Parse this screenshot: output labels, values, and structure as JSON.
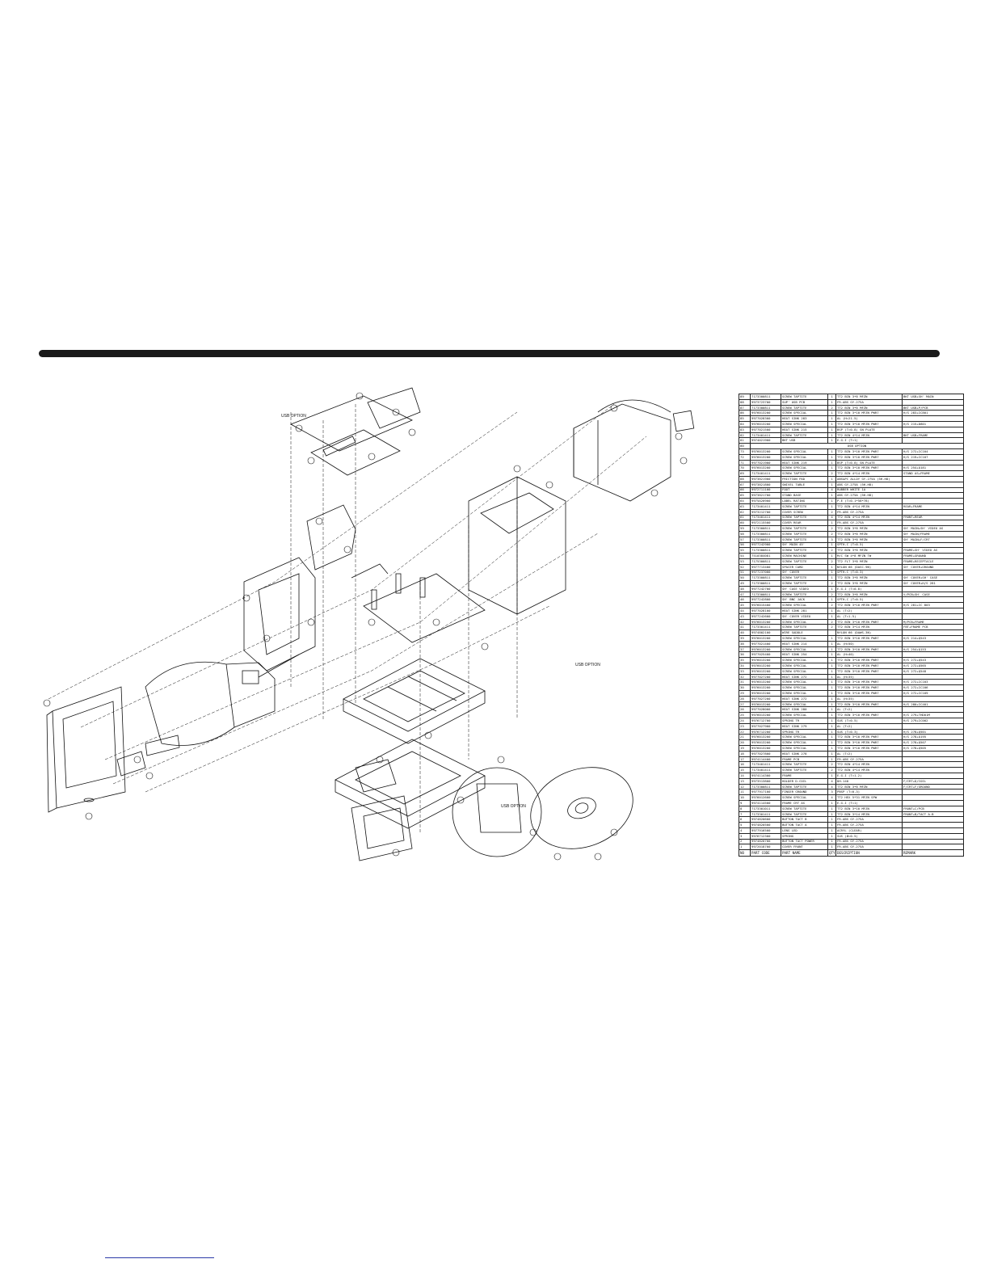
{
  "parts_table": {
    "headers": [
      "NO",
      "PART CODE",
      "PART NAME",
      "QTY",
      "DESCRIPTION",
      "REMARK"
    ],
    "rows": [
      {
        "no": "89",
        "code": "7173300811",
        "name": "SCREW TAPTITE",
        "qty": "1",
        "desc": "TT2 BIN 3*8 MFZN",
        "remark": "BKT USB+SH' MAIN"
      },
      {
        "no": "88",
        "code": "9973723700",
        "name": "SUP' USB PCB",
        "qty": "1",
        "desc": "FR-ABS GY-275A",
        "remark": ""
      },
      {
        "no": "87",
        "code": "7173300811",
        "name": "SCREW TAPTITE",
        "qty": "2",
        "desc": "TT2 BIN 3*8 MFZN",
        "remark": "BKT USB+P/PCB"
      },
      {
        "no": "86",
        "code": "9976013200",
        "name": "SCREW SPECIAL",
        "qty": "1",
        "desc": "TT2 BIN 3*10 MFZN PWR7",
        "remark": "H/S 283+IC801"
      },
      {
        "no": "85",
        "code": "9977028300",
        "name": "HEAT SINK 283",
        "qty": "1",
        "desc": "AL (H=21.5)",
        "remark": ""
      },
      {
        "no": "84",
        "code": "9976013200",
        "name": "SCREW SPECIAL",
        "qty": "1",
        "desc": "TT2 BIN 3*10 MFZN PWR7",
        "remark": "H/S 215+D801"
      },
      {
        "no": "83",
        "code": "9977021500",
        "name": "HEAT SINK 215",
        "qty": "1",
        "desc": "BSP (T=0.8) SN PLATE",
        "remark": ""
      },
      {
        "no": "82",
        "code": "7173401411",
        "name": "SCREW TAPTITE",
        "qty": "1",
        "desc": "TT2 BIN 4*14 MFZN",
        "remark": "BKT USB+FRAME"
      },
      {
        "no": "81",
        "code": "9974021900",
        "name": "BKT USB",
        "qty": "1",
        "desc": "E.G.I (T=1)",
        "remark": ""
      },
      {
        "no": "80",
        "code": "",
        "name": "",
        "qty": "",
        "desc": "USB OPTION",
        "remark": "",
        "span": true
      },
      {
        "no": "73",
        "code": "9976013200",
        "name": "SCREW SPECIAL",
        "qty": "1",
        "desc": "TT2 BIN 3*10 MFZN PWR7",
        "remark": "H/S 272+IC104"
      },
      {
        "no": "72",
        "code": "9976013200",
        "name": "SCREW SPECIAL",
        "qty": "1",
        "desc": "TT2 BIN 3*10 MFZN PWR7",
        "remark": "H/S 219+IC107"
      },
      {
        "no": "71",
        "code": "9977021900",
        "name": "HEAT SINK 219",
        "qty": "1",
        "desc": "BSP (T=0.8) SN PLATE",
        "remark": ""
      },
      {
        "no": "70",
        "code": "9976013200",
        "name": "SCREW SPECIAL",
        "qty": "1",
        "desc": "TT2 BIN 3*10 MFZN PWR7",
        "remark": "H/S 254+Q181"
      },
      {
        "no": "69",
        "code": "7173401411",
        "name": "SCREW TAPTITE",
        "qty": "2",
        "desc": "TT2 BIN 4*14 MFZN",
        "remark": "STAND AS+FRAME"
      },
      {
        "no": "68",
        "code": "9973821900",
        "name": "FRICTION PAD",
        "qty": "1",
        "desc": "ABS&PC ALLOY GY-275A (5H-H8)",
        "remark": ""
      },
      {
        "no": "67",
        "code": "9973821800",
        "name": "SWIVEL TABLE",
        "qty": "1",
        "desc": "ABS GY-275A (5H-H8)",
        "remark": ""
      },
      {
        "no": "66",
        "code": "9972711100",
        "name": "FOOT",
        "qty": "4",
        "desc": "RUBBER WHITE 1A",
        "remark": ""
      },
      {
        "no": "65",
        "code": "9973821700",
        "name": "STAND BASE",
        "qty": "1",
        "desc": "ABS GY-275A (5H-H8)",
        "remark": ""
      },
      {
        "no": "64",
        "code": "9975A20900",
        "name": "LABEL RATING",
        "qty": "1",
        "desc": "P.E (T=0.1*58*78)",
        "remark": ""
      },
      {
        "no": "63",
        "code": "7173401411",
        "name": "SCREW TAPTITE",
        "qty": "1",
        "desc": "TT2 BIN 4*14 MFZN",
        "remark": "REAR+FRAME"
      },
      {
        "no": "62",
        "code": "9973212700",
        "name": "COVER SCREW",
        "qty": "2",
        "desc": "FR-ABS GY-275A",
        "remark": ""
      },
      {
        "no": "61",
        "code": "7173401411",
        "name": "SCREW TAPTITE",
        "qty": "4",
        "desc": "TT2 BIN 4*14 MFZN",
        "remark": "FRONT+REAR"
      },
      {
        "no": "60",
        "code": "9972115500",
        "name": "COVER REAR",
        "qty": "1",
        "desc": "FR-ABS GY-275A",
        "remark": ""
      },
      {
        "no": "59",
        "code": "7173300811",
        "name": "SCREW TAPTITE",
        "qty": "2",
        "desc": "TT2 BIN 3*8 MFZN",
        "remark": "SH' MAIN+SH' VIDEO AS"
      },
      {
        "no": "58",
        "code": "7173300811",
        "name": "SCREW TAPTITE",
        "qty": "2",
        "desc": "TT2 BIN 3*8 MFZN",
        "remark": "SH' MAIN/FRAME"
      },
      {
        "no": "57",
        "code": "7173300811",
        "name": "SCREW TAPTITE",
        "qty": "3",
        "desc": "TT2 BIN 3*8 MFZN",
        "remark": "SH' MAIN+F/CRT"
      },
      {
        "no": "56",
        "code": "9977242900",
        "name": "SH' MAIN 45'",
        "qty": "1",
        "desc": "SPTH-C (T=0.5)",
        "remark": ""
      },
      {
        "no": "55",
        "code": "7173300811",
        "name": "SCREW TAPTITE",
        "qty": "2",
        "desc": "TT2 BIN 3*8 MFZN",
        "remark": "FRAME+SH' VIDEO AS"
      },
      {
        "no": "54",
        "code": "7510384081",
        "name": "SCREW MACHINE",
        "qty": "1",
        "desc": "M/C SW 4*8 MFZN TW",
        "remark": "FRAME+GROUND"
      },
      {
        "no": "53",
        "code": "7175300811",
        "name": "SCREW TAPTITE",
        "qty": "2",
        "desc": "TT2 FLT 3*8 MFZN",
        "remark": "FRAME+RECEPTACLE"
      },
      {
        "no": "52",
        "code": "9977713400",
        "name": "SPACER CARD",
        "qty": "1",
        "desc": "NYLON 66 (DASC-9N)",
        "remark": "SH' COVER+GROUND"
      },
      {
        "no": "51",
        "code": "9977237000",
        "name": "SH' COVER",
        "qty": "1",
        "desc": "SPTH-C (T=0.3)",
        "remark": ""
      },
      {
        "no": "50",
        "code": "7173300811",
        "name": "SCREW TAPTITE",
        "qty": "1",
        "desc": "TT2 BIN 3*8 MFZN",
        "remark": "SH' COVER+SH' CASE"
      },
      {
        "no": "49",
        "code": "7173300811",
        "name": "SCREW TAPTITE",
        "qty": "2",
        "desc": "TT2 BIN 3*8 MFZN",
        "remark": "SH' COVER+H/S 281"
      },
      {
        "no": "48",
        "code": "9977242700",
        "name": "SH' CASE VIDEO",
        "qty": "1",
        "desc": "E.G.I (T=0.8)",
        "remark": ""
      },
      {
        "no": "47",
        "code": "7173300811",
        "name": "SCREW TAPTITE",
        "qty": "2",
        "desc": "TT2 BIN 3*8 MFZN",
        "remark": "V/PCB+SH' CASE"
      },
      {
        "no": "46",
        "code": "9977242800",
        "name": "SH' BNC JACK",
        "qty": "1",
        "desc": "SPTH-C (T=0.5)",
        "remark": ""
      },
      {
        "no": "45",
        "code": "9976015400",
        "name": "SCREW SPECIAL",
        "qty": "2",
        "desc": "TT2 BIN 3*10 MFZN PWR7",
        "remark": "H/S 281+IC 803"
      },
      {
        "no": "44",
        "code": "9977028100",
        "name": "HEAT SINK 281",
        "qty": "1",
        "desc": "AL (T=2)",
        "remark": ""
      },
      {
        "no": "43",
        "code": "9977242600",
        "name": "SH' COVER VIDEO",
        "qty": "1",
        "desc": "AL (T=1.5)",
        "remark": ""
      },
      {
        "no": "42",
        "code": "9976013200",
        "name": "SCREW SPECIAL",
        "qty": "2",
        "desc": "TT2 BIN 3*10 MFZN PWR7",
        "remark": "M/PCB+FRAME"
      },
      {
        "no": "41",
        "code": "7173301411",
        "name": "SCREW TAPTITE",
        "qty": "2",
        "desc": "TT2 BIN 3*14 MFZN",
        "remark": "FBT+FRAME PCB"
      },
      {
        "no": "40",
        "code": "9974802100",
        "name": "WIRE SADDLE",
        "qty": "",
        "desc": "NYLON 66 (DAWS-3N)",
        "remark": ""
      },
      {
        "no": "39",
        "code": "9976013200",
        "name": "SCREW SPECIAL",
        "qty": "1",
        "desc": "TT2 BIN 3*10 MFZN PWR7",
        "remark": "H/S 214+Q543"
      },
      {
        "no": "38",
        "code": "9977021400",
        "name": "HEAT SINK 214",
        "qty": "1",
        "desc": "AL (H=50)",
        "remark": ""
      },
      {
        "no": "37",
        "code": "9976013200",
        "name": "SCREW SPECIAL",
        "qty": "1",
        "desc": "TT2 BIN 3*10 MFZN PWR7",
        "remark": "H/S 254+Q153"
      },
      {
        "no": "36",
        "code": "9977025400",
        "name": "HEAT SINK 254",
        "qty": "1",
        "desc": "AL (H=40)",
        "remark": ""
      },
      {
        "no": "35",
        "code": "9976013200",
        "name": "SCREW SPECIAL",
        "qty": "1",
        "desc": "TT2 BIN 3*10 MFZN PWR7",
        "remark": "H/S 272+Q543"
      },
      {
        "no": "34",
        "code": "9976013200",
        "name": "SCREW SPECIAL",
        "qty": "1",
        "desc": "TT2 BIN 3*10 MFZN PWR7",
        "remark": "H/S 272+Q565"
      },
      {
        "no": "33",
        "code": "9976013200",
        "name": "SCREW SPECIAL",
        "qty": "1",
        "desc": "TT2 BIN 3*10 MFZN PWR7",
        "remark": "H/S 272+Q548"
      },
      {
        "no": "32",
        "code": "9977027200",
        "name": "HEAT SINK 272",
        "qty": "1",
        "desc": "AL (H=35)",
        "remark": ""
      },
      {
        "no": "31",
        "code": "9976013200",
        "name": "SCREW SPECIAL",
        "qty": "1",
        "desc": "TT2 BIN 3*10 MFZN PWR7",
        "remark": "H/S 272+IC103"
      },
      {
        "no": "30",
        "code": "9976013200",
        "name": "SCREW SPECIAL",
        "qty": "1",
        "desc": "TT2 BIN 3*10 MFZN PWR7",
        "remark": "H/S 272+IC106"
      },
      {
        "no": "29",
        "code": "9976013200",
        "name": "SCREW SPECIAL",
        "qty": "1",
        "desc": "TT2 BIN 3*10 MFZN PWR7",
        "remark": "H/S 272+IC109"
      },
      {
        "no": "28",
        "code": "9977027200",
        "name": "HEAT SINK 272",
        "qty": "1",
        "desc": "AL (H=35)",
        "remark": ""
      },
      {
        "no": "27",
        "code": "9976013200",
        "name": "SCREW SPECIAL",
        "qty": "1",
        "desc": "TT2 BIN 3*10 MFZN PWR7",
        "remark": "H/S 280+IC401"
      },
      {
        "no": "26",
        "code": "9977028000",
        "name": "HEAT SINK 280",
        "qty": "1",
        "desc": "AL (T=2)",
        "remark": ""
      },
      {
        "no": "25",
        "code": "9976013200",
        "name": "SCREW SPECIAL",
        "qty": "1",
        "desc": "TT2 BIN 3*10 MFZN PWR7",
        "remark": "H/S 279+THD01M"
      },
      {
        "no": "24",
        "code": "9976712700",
        "name": "SPRING TR",
        "qty": "1",
        "desc": "SUS (T=0.5)",
        "remark": "H/S 279+IC002"
      },
      {
        "no": "23",
        "code": "9977027900",
        "name": "HEAT SINK 279",
        "qty": "1",
        "desc": "AL (T=2)",
        "remark": ""
      },
      {
        "no": "22",
        "code": "9976712200",
        "name": "SPRING TR",
        "qty": "1",
        "desc": "SUS (T=0.3)",
        "remark": "H/S 278+Q501"
      },
      {
        "no": "21",
        "code": "9976013200",
        "name": "SCREW SPECIAL",
        "qty": "1",
        "desc": "TT2 BIN 3*10 MFZN PWR7",
        "remark": "H/S 278+Q195"
      },
      {
        "no": "20",
        "code": "9976013200",
        "name": "SCREW SPECIAL",
        "qty": "1",
        "desc": "TT2 BIN 3*10 MFZN PWR7",
        "remark": "H/S 278+Q507"
      },
      {
        "no": "19",
        "code": "9976013200",
        "name": "SCREW SPECIAL",
        "qty": "1",
        "desc": "TT2 BIN 3*10 MFZN PWR7",
        "remark": "H/S 278+Q505"
      },
      {
        "no": "18",
        "code": "9977027800",
        "name": "HEAT SINK 278",
        "qty": "1",
        "desc": "AL (T=2)",
        "remark": ""
      },
      {
        "no": "17",
        "code": "9974114400",
        "name": "FRAME PCB",
        "qty": "1",
        "desc": "FR-ABS GY-275A",
        "remark": ""
      },
      {
        "no": "16",
        "code": "7173401411",
        "name": "SCREW TAPTITE",
        "qty": "2",
        "desc": "TT2 BIN 4*14 MFZN",
        "remark": ""
      },
      {
        "no": "15",
        "code": "7173401411",
        "name": "SCREW TAPTITE",
        "qty": "2",
        "desc": "TT2 BIN 4*14 MFZN",
        "remark": ""
      },
      {
        "no": "14",
        "code": "9974114300",
        "name": "FRAME",
        "qty": "1",
        "desc": "E.G.I (T=1.2)",
        "remark": ""
      },
      {
        "no": "13",
        "code": "9973513800",
        "name": "HOLDER D-COIL",
        "qty": "4",
        "desc": "DH-140",
        "remark": "F/CRT+D/COIL"
      },
      {
        "no": "12",
        "code": "7173300811",
        "name": "SCREW TAPTITE",
        "qty": "4",
        "desc": "TT2 BIN 3*8 MFZN",
        "remark": "F/CRT+F/GROUND"
      },
      {
        "no": "11",
        "code": "9977917100",
        "name": "FINGER GROUND",
        "qty": "3",
        "desc": "PBSP (T=0.3)",
        "remark": ""
      },
      {
        "no": "10",
        "code": "9976012600",
        "name": "SCREW SPECIAL",
        "qty": "4",
        "desc": "TT2 HEX 5*31 MFZN SPW",
        "remark": ""
      },
      {
        "no": "9",
        "code": "9974114500",
        "name": "FRAME CRT AS",
        "qty": "1",
        "desc": "E.G.I (T=1)",
        "remark": ""
      },
      {
        "no": "8",
        "code": "7173301011",
        "name": "SCREW TAPTITE",
        "qty": "1",
        "desc": "TT2 BIN 3*10 MFZN",
        "remark": "FRONT+C/PCB"
      },
      {
        "no": "7",
        "code": "7173301411",
        "name": "SCREW TAPTITE",
        "qty": "1",
        "desc": "TT2 BIN 3*14 MFZN",
        "remark": "FRONT+B/TACT A-B"
      },
      {
        "no": "6",
        "code": "9974820600",
        "name": "BUTTON TACT B",
        "qty": "1",
        "desc": "FR-ABS GY-275A",
        "remark": ""
      },
      {
        "no": "5",
        "code": "9974820500",
        "name": "BUTTON TACT A",
        "qty": "1",
        "desc": "FR-ABS GY-275A",
        "remark": ""
      },
      {
        "no": "4",
        "code": "9977916500",
        "name": "LENS LED",
        "qty": "1",
        "desc": "ACRYL (CLEAR)",
        "remark": ""
      },
      {
        "no": "3",
        "code": "9976712300",
        "name": "SPRING",
        "qty": "1",
        "desc": "SUS (Ø=0.5)",
        "remark": ""
      },
      {
        "no": "2",
        "code": "9974820700",
        "name": "BUTTON TACT POWER",
        "qty": "1",
        "desc": "FR-ABS GY-275A",
        "remark": ""
      },
      {
        "no": "1",
        "code": "9972018700",
        "name": "COVER FRONT",
        "qty": "1",
        "desc": "FR-ABS GY-275A",
        "remark": ""
      }
    ]
  },
  "diagram": {
    "usb_option_labels": [
      "USB OPTION",
      "USB OPTION",
      "USB OPTION"
    ],
    "colors": {
      "ink": "#111111",
      "bar": "#1a1a1a",
      "footer_link": "#2b3aa8"
    }
  }
}
